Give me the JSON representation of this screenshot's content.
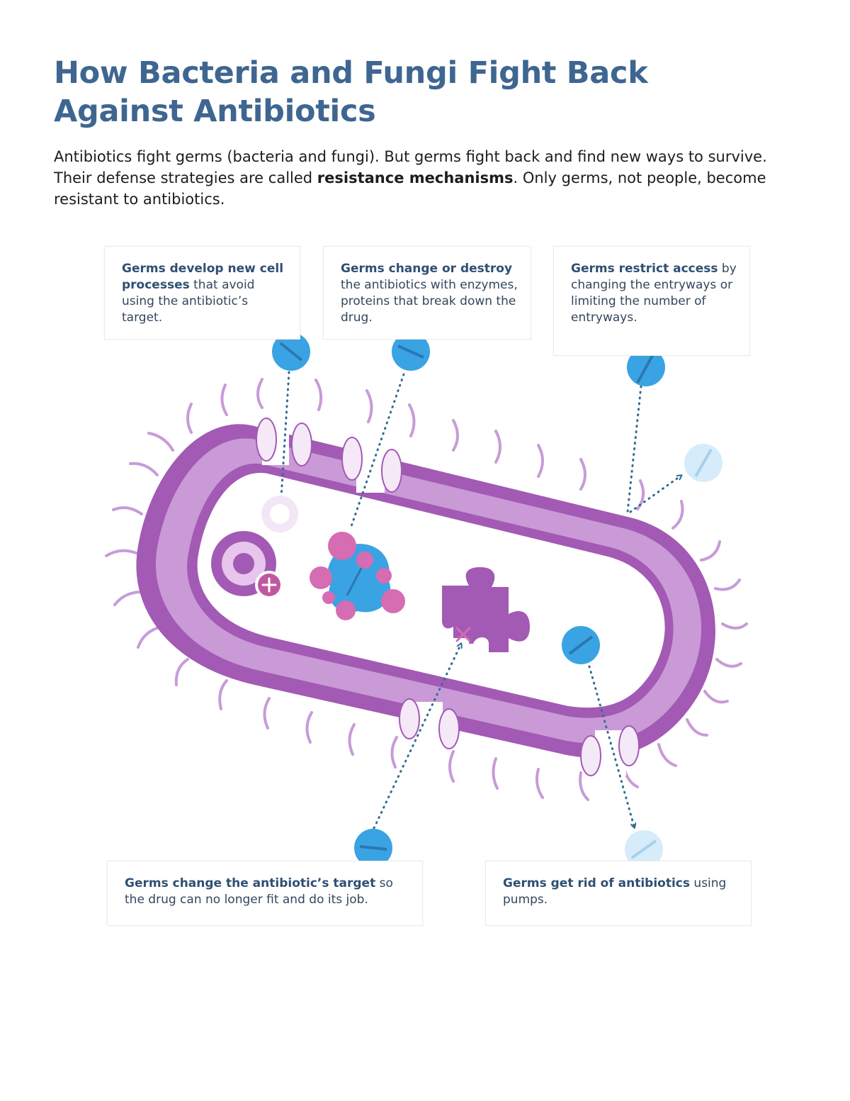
{
  "title": {
    "line1": "How Bacteria and Fungi Fight Back",
    "line2": "Against Antibiotics"
  },
  "intro": {
    "before_bold": "Antibiotics fight germs (bacteria and fungi). But germs fight back and find new ways to survive. Their defense strategies are called ",
    "bold": "resistance mechanisms",
    "after_bold": ". Only germs, not people, become resistant to antibiotics."
  },
  "callouts": [
    {
      "bold": "Germs develop new cell processes",
      "text": " that avoid using the antibiotic’s target."
    },
    {
      "bold": "Germs change or destroy",
      "text": " the antibiotics with enzymes, proteins that break down the drug."
    },
    {
      "bold": "Germs restrict access",
      "text": " by changing the entryways or limiting the number of entryways."
    },
    {
      "bold": "Germs change the antibiotic’s target",
      "text": " so the drug can no longer fit and do its job."
    },
    {
      "bold": "Germs get rid of antibiotics",
      "text": " using pumps."
    }
  ],
  "colors": {
    "title": "#3e6691",
    "membrane_dark": "#a35ab4",
    "membrane_light": "#c99ad6",
    "pill": "#3aa3e3",
    "pill_faded": "#d6ecfa",
    "enzyme": "#d66cb1",
    "dotted_line": "#2f6d93"
  },
  "icons": [
    "antibiotic-pill-icon",
    "target-ring-icon",
    "plus-icon",
    "enzyme-cluster-icon",
    "puzzle-target-icon",
    "cross-mark-icon",
    "arrow-icon"
  ]
}
